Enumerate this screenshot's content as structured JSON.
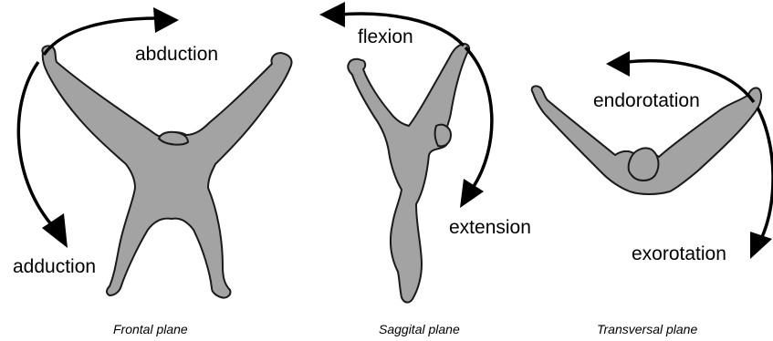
{
  "frontal": {
    "top_label": "abduction",
    "bottom_label": "adduction",
    "caption": "Frontal plane"
  },
  "saggital": {
    "top_label": "flexion",
    "bottom_label": "extension",
    "caption": "Saggital plane"
  },
  "transversal": {
    "top_label": "endorotation",
    "bottom_label": "exorotation",
    "caption": "Transversal plane"
  },
  "colors": {
    "silhouette_fill": "#a3a3a3",
    "outline": "#1a1a1a",
    "arrow": "#000000"
  }
}
